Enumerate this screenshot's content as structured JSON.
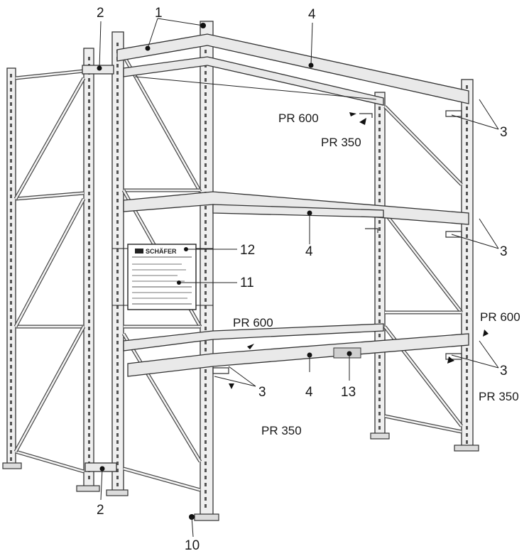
{
  "diagram": {
    "callouts": {
      "n1": "1",
      "n2_top": "2",
      "n2_bottom": "2",
      "n3_top": "3",
      "n3_mid": "3",
      "n3_right_low": "3",
      "n3_left_low": "3",
      "n4_top": "4",
      "n4_mid": "4",
      "n4_low": "4",
      "n10": "10",
      "n11": "11",
      "n12": "12",
      "n13": "13"
    },
    "beam_labels": {
      "pr600_top": "PR 600",
      "pr350_top": "PR 350",
      "pr600_mid": "PR 600",
      "pr600_right": "PR 600",
      "pr350_right": "PR 350",
      "pr350_bottom": "PR 350"
    },
    "load_plate": {
      "brand": "SCHÄFER"
    }
  }
}
